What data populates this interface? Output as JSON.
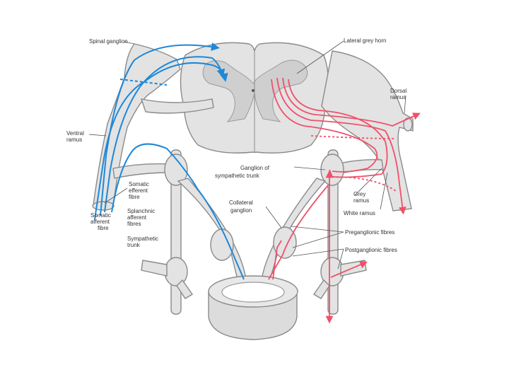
{
  "labels": {
    "spinal_ganglion": "Spinal ganglion",
    "lateral_grey_horn": "Lateral grey horn",
    "dorsal_ramus_1": "Dorsal",
    "dorsal_ramus_2": "ramus",
    "ventral_ramus_1": "Ventral",
    "ventral_ramus_2": "ramus",
    "ganglion_sympathetic_1": "Ganglion of",
    "ganglion_sympathetic_2": "sympathetic trunk",
    "somatic_efferent_1": "Somatic",
    "somatic_efferent_2": "efferent",
    "somatic_efferent_3": "fibre",
    "collateral_ganglion_1": "Collateral",
    "collateral_ganglion_2": "ganglion",
    "grey_ramus_1": "Grey",
    "grey_ramus_2": "ramus",
    "white_ramus": "White ramus",
    "somatic_afferent_1": "Somatic",
    "somatic_afferent_2": "afferent",
    "somatic_afferent_3": "fibre",
    "splanchnic_1": "Splanchnic",
    "splanchnic_2": "afferent",
    "splanchnic_3": "fibres",
    "preganglionic": "Preganglionic fibres",
    "sympathetic_trunk_1": "Sympathetic",
    "sympathetic_trunk_2": "trunk",
    "postganglionic": "Postganglionic fibres"
  },
  "colors": {
    "afferent": "#1e88d8",
    "efferent": "#f0506a",
    "tissue_fill": "#e3e3e3",
    "tissue_stroke": "#8a8a8a",
    "grey_matter": "#cfcfcf",
    "label_text": "#333333"
  }
}
